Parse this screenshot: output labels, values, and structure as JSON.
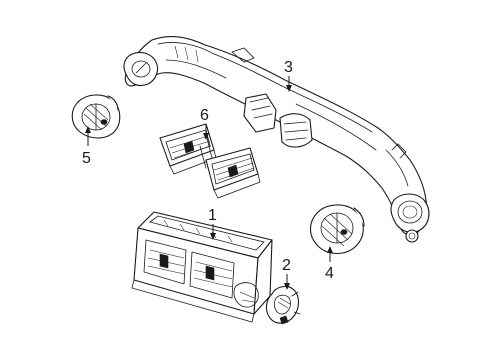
{
  "callouts": {
    "duct": "3",
    "left_outer_vent": "5",
    "center_vents": "6",
    "vent_panel": "1",
    "vent_clip": "2",
    "right_outer_vent": "4"
  }
}
